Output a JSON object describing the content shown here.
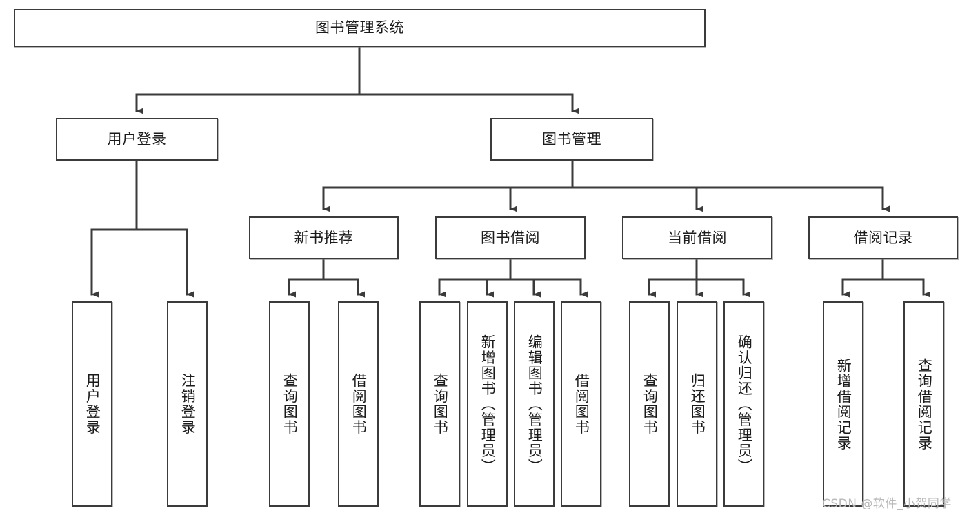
{
  "diagram": {
    "type": "hierarchy-tree",
    "title": "图书管理系统",
    "watermark": "CSDN @软件_小贺同学",
    "colors": {
      "box_border": "#3b3b3b",
      "box_fill": "#ffffff",
      "edge": "#3b3b3b",
      "text": "#1b1b1b",
      "watermark": "#b9b9b9"
    },
    "nodes": {
      "root": {
        "label": "图书管理系统",
        "level": 1,
        "orientation": "horizontal"
      },
      "l2": [
        {
          "id": "user-login",
          "label": "用户登录",
          "level": 2,
          "orientation": "horizontal"
        },
        {
          "id": "book-manage",
          "label": "图书管理",
          "level": 2,
          "orientation": "horizontal"
        }
      ],
      "l3": [
        {
          "id": "new-book-rec",
          "label": "新书推荐",
          "level": 3,
          "orientation": "horizontal"
        },
        {
          "id": "book-borrow",
          "label": "图书借阅",
          "level": 3,
          "orientation": "horizontal"
        },
        {
          "id": "current-borrow",
          "label": "当前借阅",
          "level": 3,
          "orientation": "horizontal"
        },
        {
          "id": "borrow-record",
          "label": "借阅记录",
          "level": 3,
          "orientation": "horizontal"
        }
      ],
      "leaves": [
        {
          "id": "leaf-user-login",
          "label": "用户登录",
          "parent": "user-login",
          "orientation": "vertical"
        },
        {
          "id": "leaf-logout-login",
          "label": "注销登录",
          "parent": "user-login",
          "orientation": "vertical"
        },
        {
          "id": "leaf-query-book-1",
          "label": "查询图书",
          "parent": "new-book-rec",
          "orientation": "vertical"
        },
        {
          "id": "leaf-borrow-book-1",
          "label": "借阅图书",
          "parent": "new-book-rec",
          "orientation": "vertical"
        },
        {
          "id": "leaf-query-book-2",
          "label": "查询图书",
          "parent": "book-borrow",
          "orientation": "vertical"
        },
        {
          "id": "leaf-add-book",
          "label": "新增图书（管理员）",
          "parent": "book-borrow",
          "orientation": "vertical"
        },
        {
          "id": "leaf-edit-book",
          "label": "编辑图书（管理员）",
          "parent": "book-borrow",
          "orientation": "vertical"
        },
        {
          "id": "leaf-borrow-book-2",
          "label": "借阅图书",
          "parent": "book-borrow",
          "orientation": "vertical"
        },
        {
          "id": "leaf-query-book-3",
          "label": "查询图书",
          "parent": "current-borrow",
          "orientation": "vertical"
        },
        {
          "id": "leaf-return-book",
          "label": "归还图书",
          "parent": "current-borrow",
          "orientation": "vertical"
        },
        {
          "id": "leaf-confirm-return",
          "label": "确认归还（管理员）",
          "parent": "current-borrow",
          "orientation": "vertical"
        },
        {
          "id": "leaf-add-record",
          "label": "新增借阅记录",
          "parent": "borrow-record",
          "orientation": "vertical"
        },
        {
          "id": "leaf-query-record",
          "label": "查询借阅记录",
          "parent": "borrow-record",
          "orientation": "vertical"
        }
      ]
    }
  }
}
